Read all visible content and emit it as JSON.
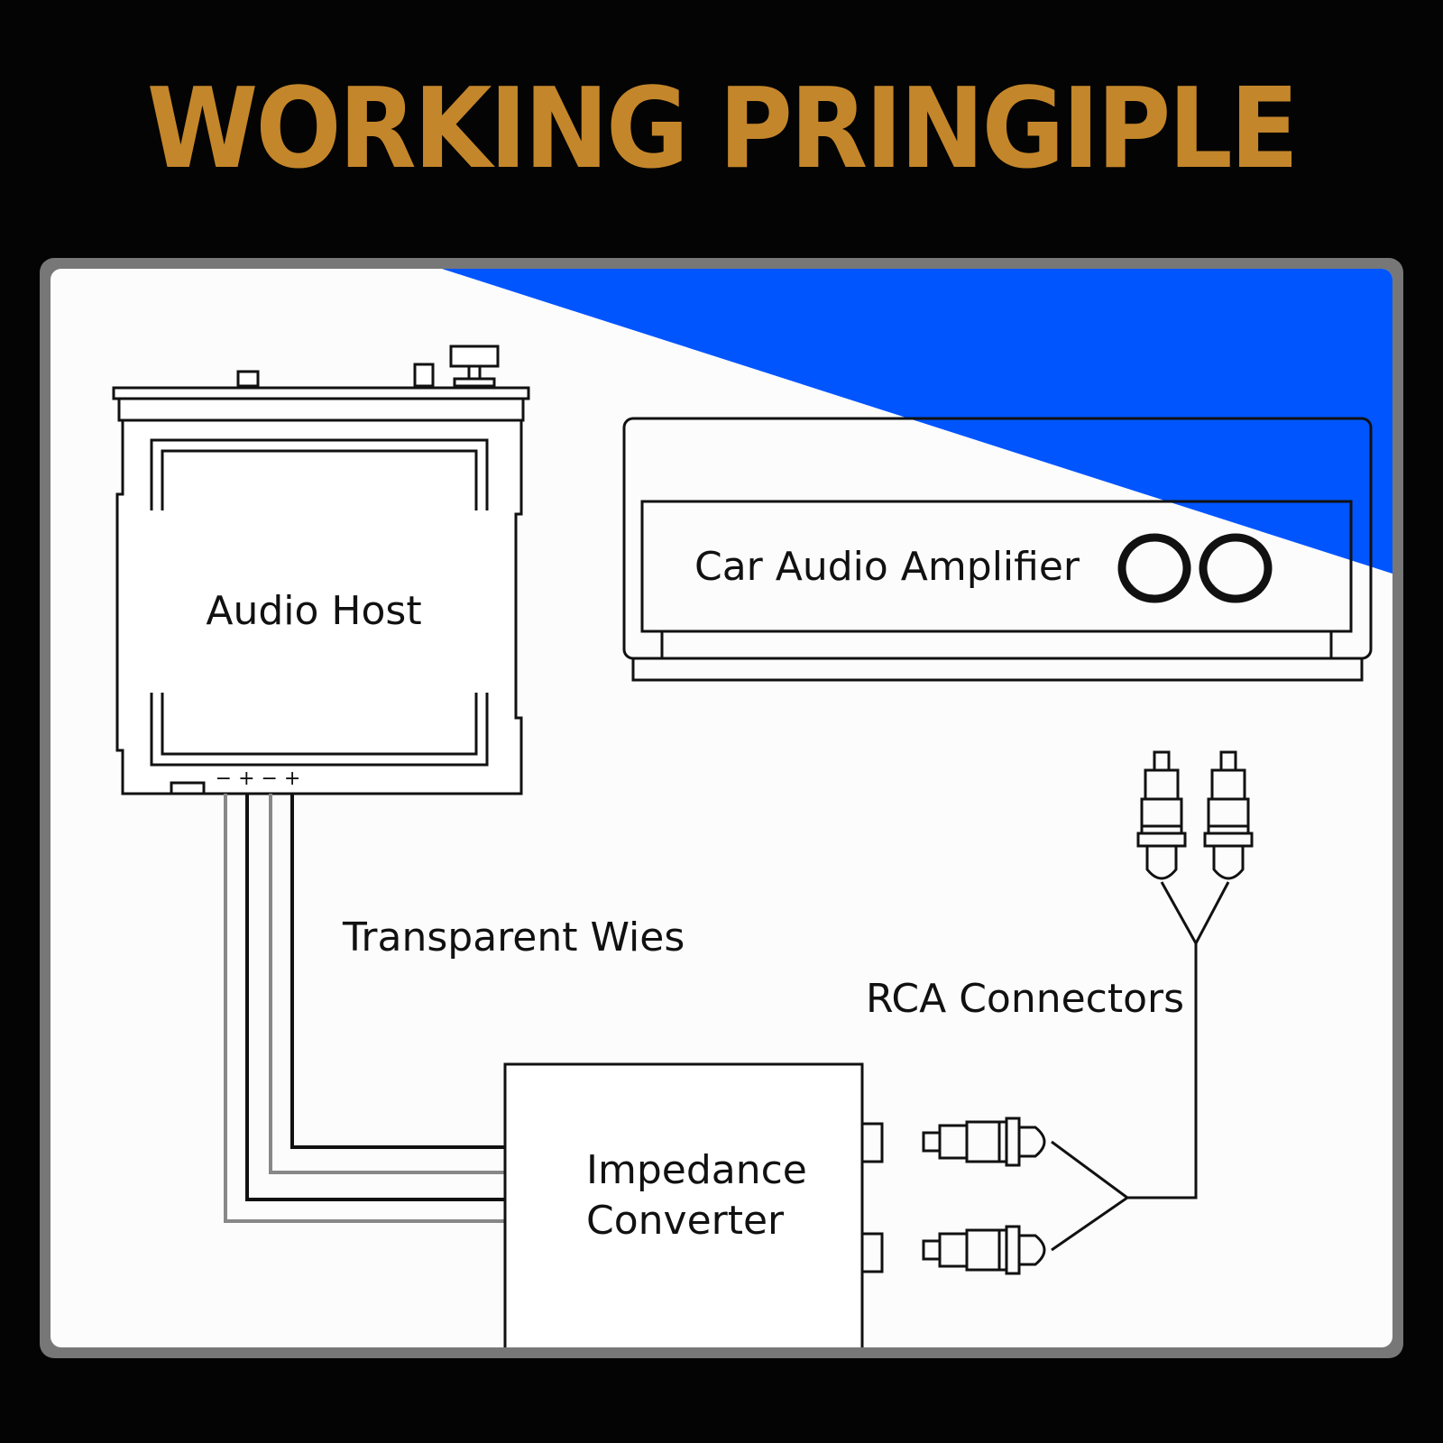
{
  "title": "WORKING PRINGIPLE",
  "colors": {
    "background": "#040404",
    "title": "#c4862a",
    "accent_blue": "#0055ff",
    "panel_border": "#777777"
  },
  "labels": {
    "audio_host": "Audio Host",
    "amplifier": "Car Audio Amplifier",
    "wires": "Transparent Wies",
    "rca": "RCA Connectors",
    "converter_line1": "Impedance",
    "converter_line2": "Converter",
    "terminals": "− + − +"
  }
}
